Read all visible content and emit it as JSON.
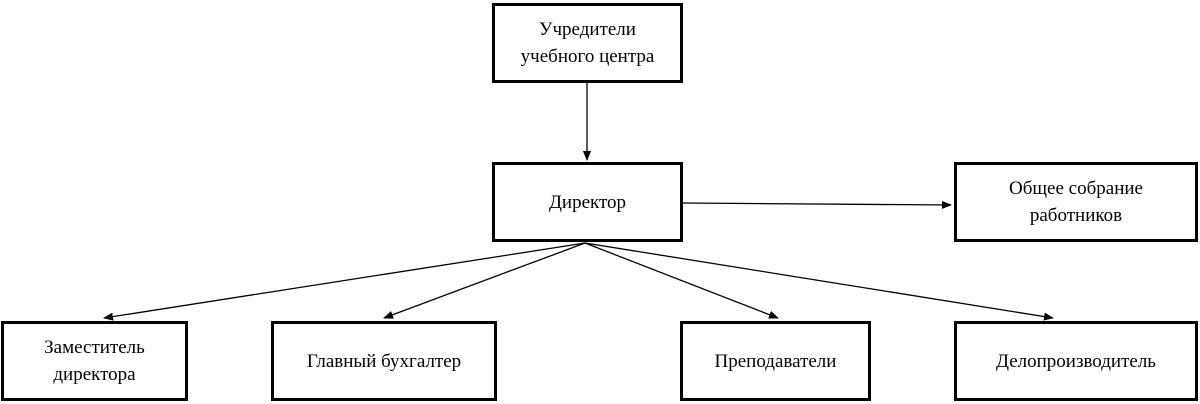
{
  "nodes": {
    "founders": "Учредители учебного центра",
    "director": "Директор",
    "general_meeting": "Общее собрание работников",
    "deputy": "Заместитель директора",
    "chief_accountant": "Главный бухгалтер",
    "teachers": "Преподаватели",
    "clerk": "Делопроизводитель"
  },
  "edges": [
    {
      "from": "founders",
      "to": "director"
    },
    {
      "from": "director",
      "to": "general_meeting"
    },
    {
      "from": "director",
      "to": "deputy"
    },
    {
      "from": "director",
      "to": "chief_accountant"
    },
    {
      "from": "director",
      "to": "teachers"
    },
    {
      "from": "director",
      "to": "clerk"
    }
  ],
  "colors": {
    "stroke": "#000000",
    "background": "#ffffff"
  }
}
